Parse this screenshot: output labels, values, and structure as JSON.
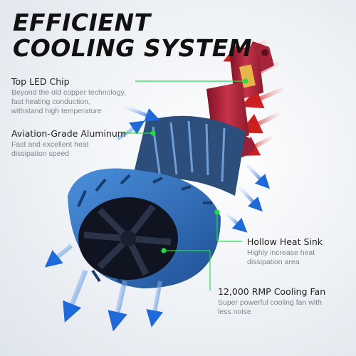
{
  "headline": {
    "line1": "EFFICIENT",
    "line2": "COOLING SYSTEM"
  },
  "callouts": [
    {
      "title": "Top LED Chip",
      "lines": [
        "Beyond the old copper technology,",
        "fast heating conduction,",
        "withstand high temperature"
      ]
    },
    {
      "title": "Aviation-Grade Aluminum",
      "lines": [
        "Fast and excellent heat",
        "dissipation speed"
      ]
    },
    {
      "title": "Hollow Heat Sink",
      "lines": [
        "Highly increase heat",
        "dissipation area"
      ]
    },
    {
      "title": "12,000 RMP Cooling Fan",
      "lines": [
        "Super powerful cooling fan with",
        "less noise"
      ]
    }
  ],
  "colors": {
    "accent_green": "#22dd44",
    "bulb_red": "#b8283e",
    "heatsink_blue": "#2d6fbf",
    "cool_arrow": "#1f6ad8",
    "hot_arrow": "#cc1f1f"
  }
}
